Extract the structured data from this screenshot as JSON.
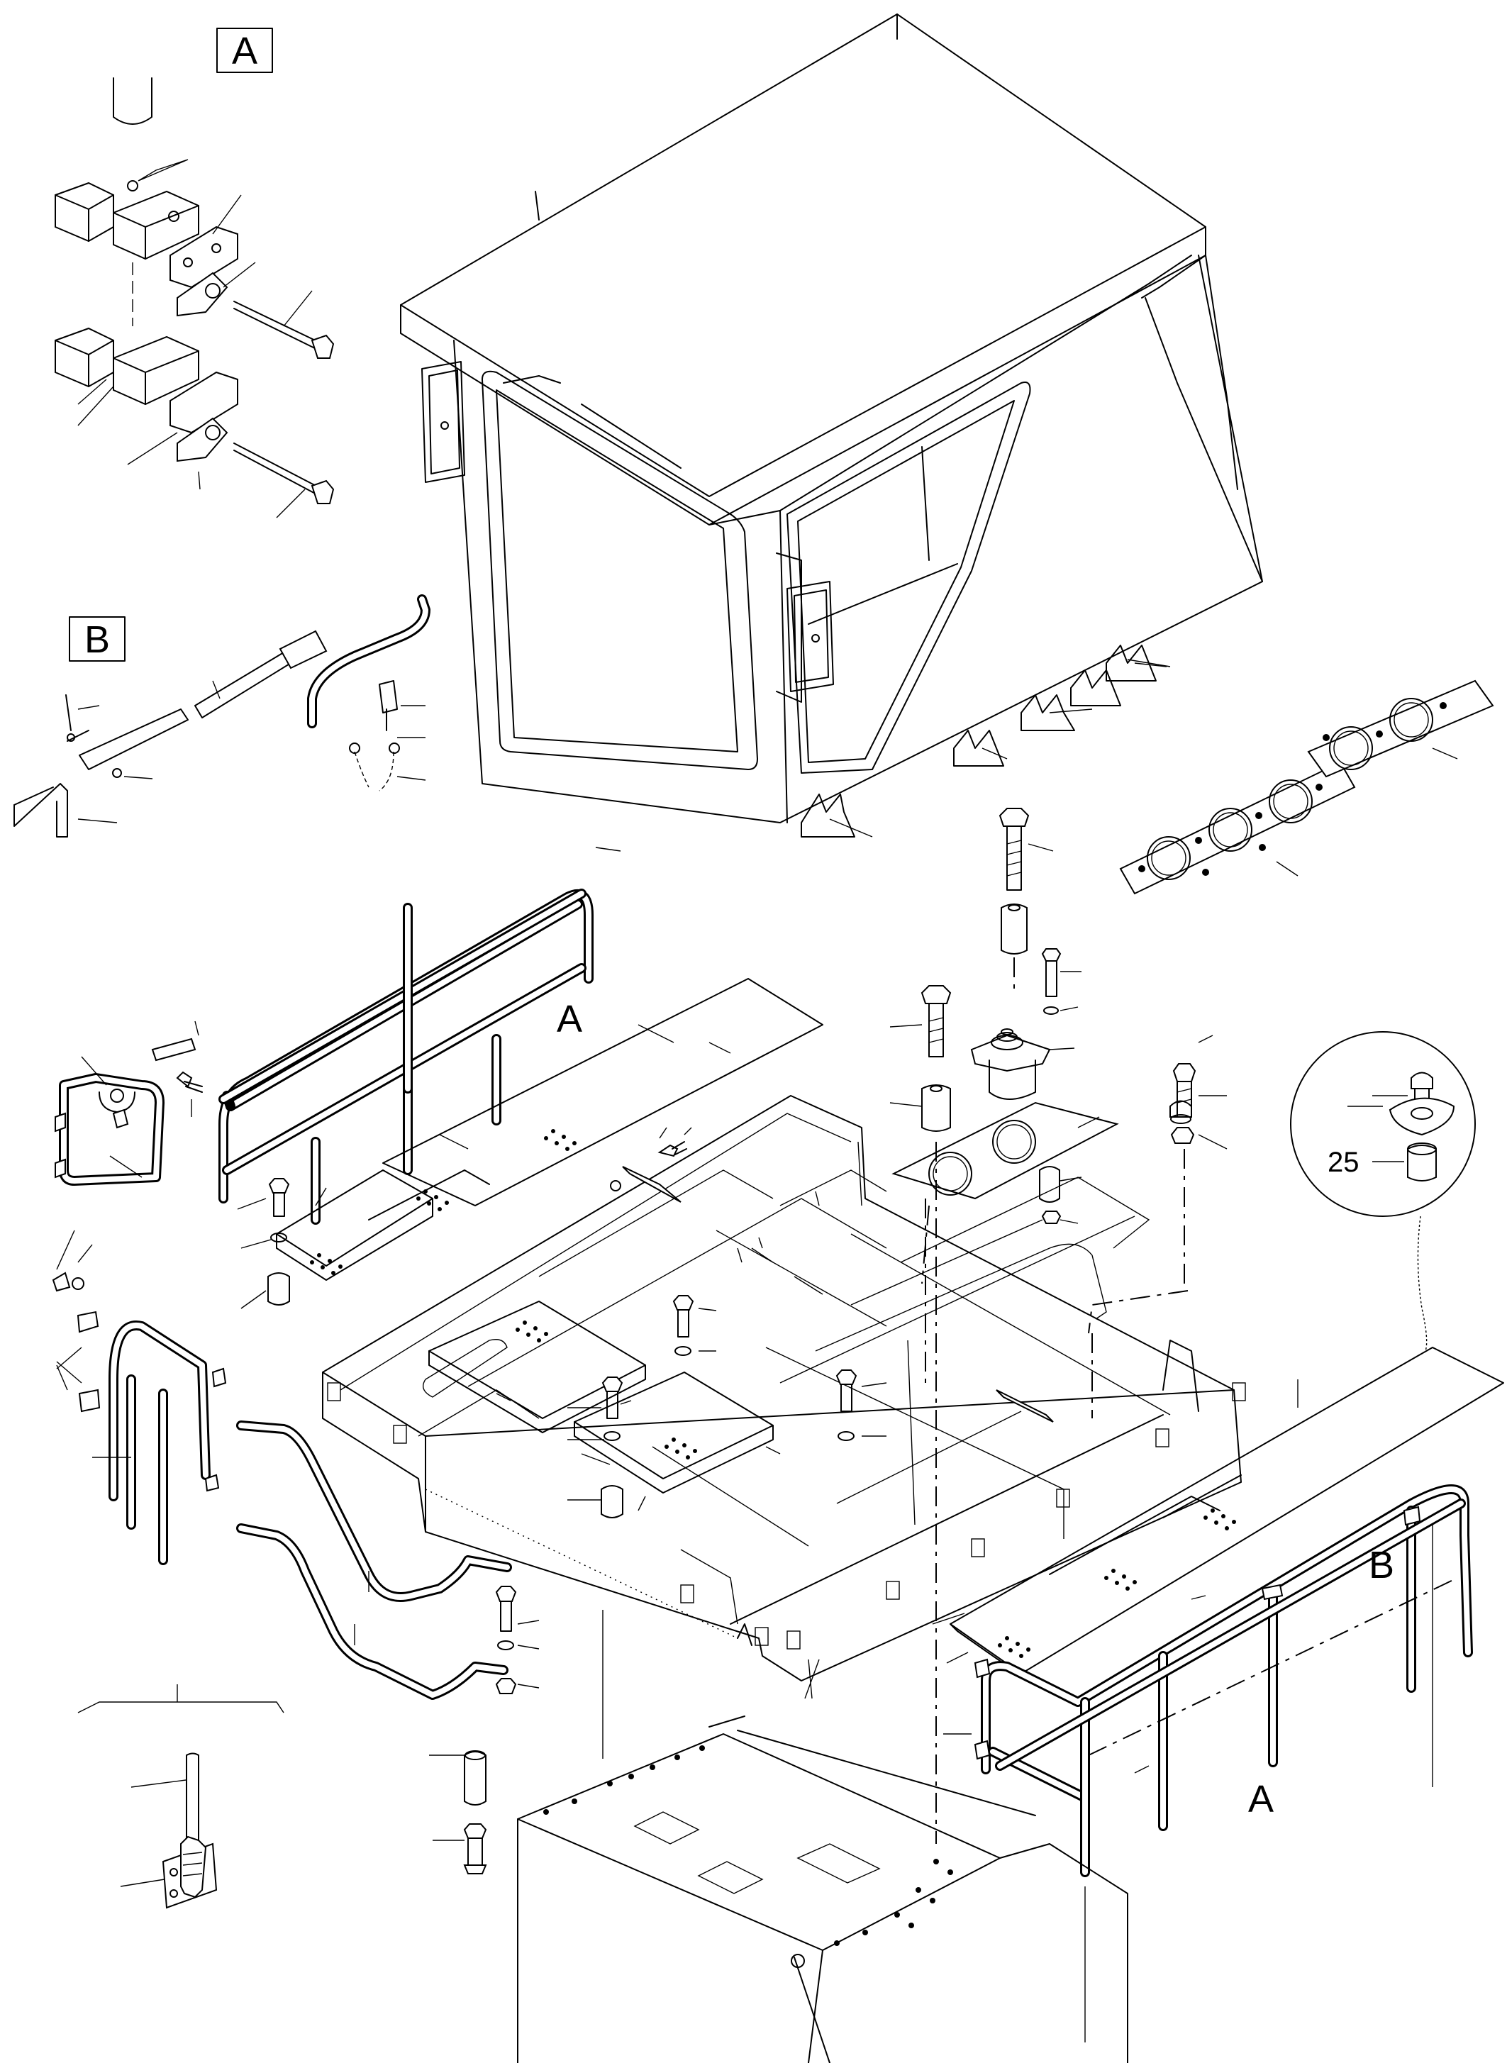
{
  "labels": {
    "callout_box_a": "A",
    "callout_box_b": "B",
    "rail_a_left": "A",
    "rail_a_right": "A",
    "rail_b_right": "B",
    "part_number_25": "25"
  },
  "colors": {
    "line": "#000000",
    "background": "#ffffff"
  }
}
